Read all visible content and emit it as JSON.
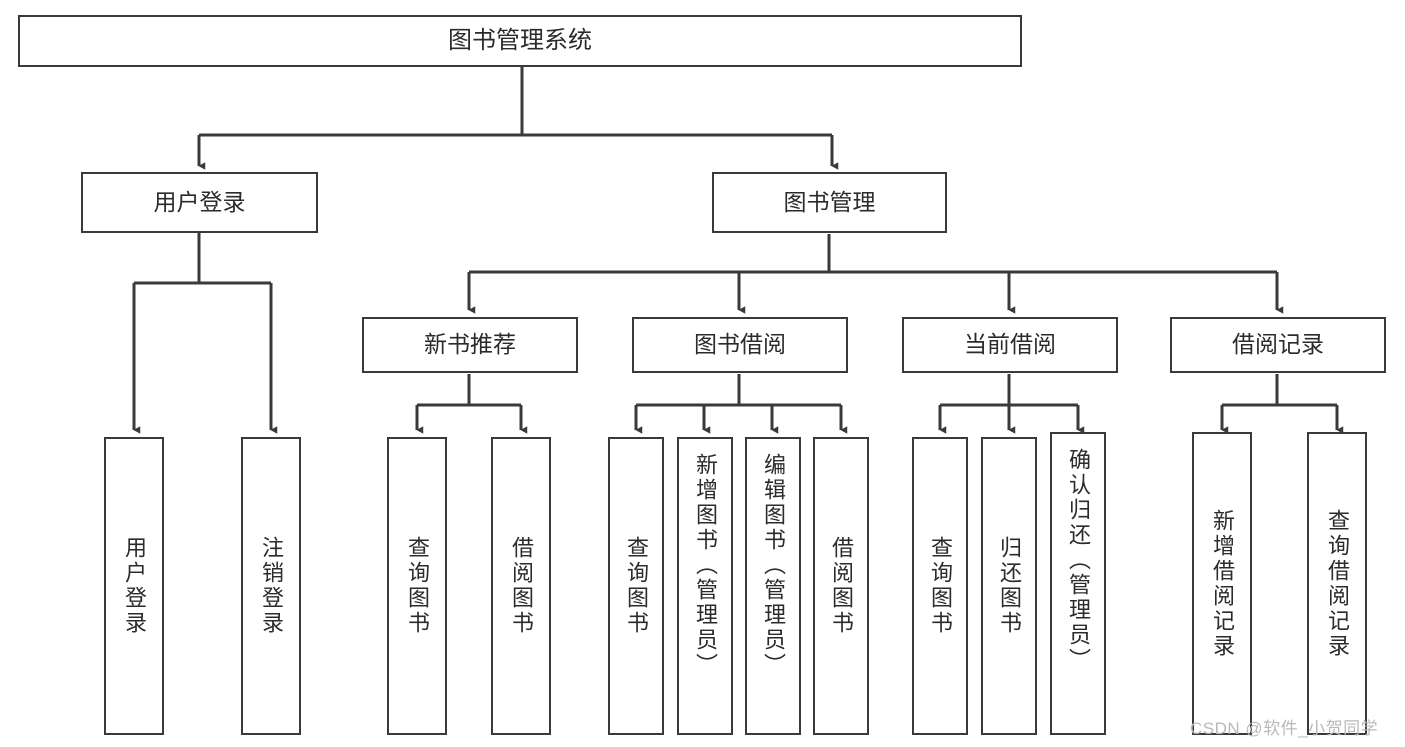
{
  "diagram": {
    "title": "图书管理系统",
    "type": "功能结构图",
    "stroke_color": "#3a3a3a",
    "text_color": "#2b2b2b",
    "background_color": "#ffffff",
    "nodes": {
      "root": {
        "label": "图书管理系统"
      },
      "level2": [
        {
          "id": "user-login",
          "label": "用户登录"
        },
        {
          "id": "book-manage",
          "label": "图书管理"
        }
      ],
      "level3": [
        {
          "id": "new-book-recommend",
          "label": "新书推荐"
        },
        {
          "id": "book-borrow",
          "label": "图书借阅"
        },
        {
          "id": "current-borrow",
          "label": "当前借阅"
        },
        {
          "id": "borrow-record",
          "label": "借阅记录"
        }
      ],
      "leaves": {
        "user_login": [
          {
            "id": "leaf-user-login",
            "label": "用户登录"
          },
          {
            "id": "leaf-logout-login",
            "label": "注销登录"
          }
        ],
        "new_book_recommend": [
          {
            "id": "leaf-query-book-1",
            "label": "查询图书"
          },
          {
            "id": "leaf-borrow-book-1",
            "label": "借阅图书"
          }
        ],
        "book_borrow": [
          {
            "id": "leaf-query-book-2",
            "label": "查询图书"
          },
          {
            "id": "leaf-add-book",
            "label": "新增图书（管理员）"
          },
          {
            "id": "leaf-edit-book",
            "label": "编辑图书（管理员）"
          },
          {
            "id": "leaf-borrow-book-2",
            "label": "借阅图书"
          }
        ],
        "current_borrow": [
          {
            "id": "leaf-query-book-3",
            "label": "查询图书"
          },
          {
            "id": "leaf-return-book",
            "label": "归还图书"
          },
          {
            "id": "leaf-confirm-return",
            "label": "确认归还（管理员）"
          }
        ],
        "borrow_record": [
          {
            "id": "leaf-add-record",
            "label": "新增借阅记录"
          },
          {
            "id": "leaf-query-record",
            "label": "查询借阅记录"
          }
        ]
      }
    }
  },
  "watermark": {
    "text": "CSDN @软件_小贺同学"
  }
}
